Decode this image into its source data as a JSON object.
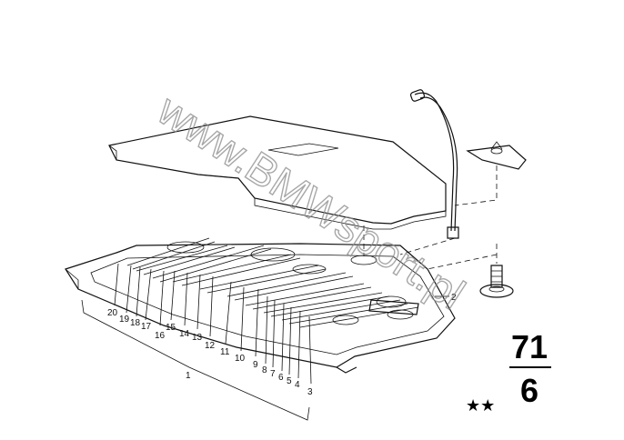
{
  "watermark": "www.BMWsport.pl",
  "page_code": {
    "group": "71",
    "sub": "6"
  },
  "stars": "★★",
  "callouts": {
    "c1": "1",
    "c2": "2",
    "c3": "3",
    "c4": "4",
    "c5": "5",
    "c6": "6",
    "c7": "7",
    "c8": "8",
    "c9": "9",
    "c10": "10",
    "c11": "11",
    "c12": "12",
    "c13": "13",
    "c14": "14",
    "c15": "15",
    "c16": "16",
    "c17": "17",
    "c18": "18",
    "c19": "19",
    "c20": "20"
  }
}
